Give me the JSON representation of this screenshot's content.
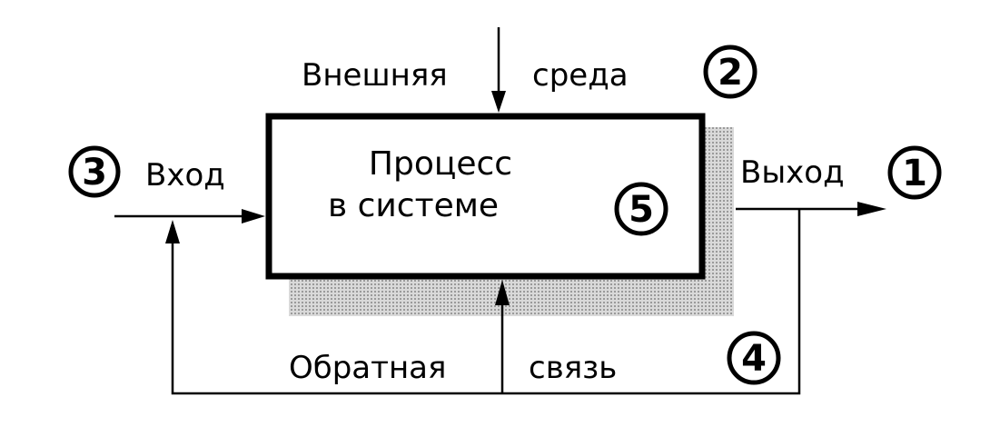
{
  "colors": {
    "ink": "#000000",
    "shadow": "#bdbdbd",
    "background": "#ffffff"
  },
  "labels": {
    "environment_left": "Внешняя",
    "environment_right": "среда",
    "input": "Вход",
    "output": "Выход",
    "process_line1": "Процесс",
    "process_line2": "в системе",
    "feedback_left": "Обратная",
    "feedback_right": "связь"
  },
  "markers": {
    "output": "1",
    "environment": "2",
    "input": "3",
    "feedback": "4",
    "process": "5"
  }
}
